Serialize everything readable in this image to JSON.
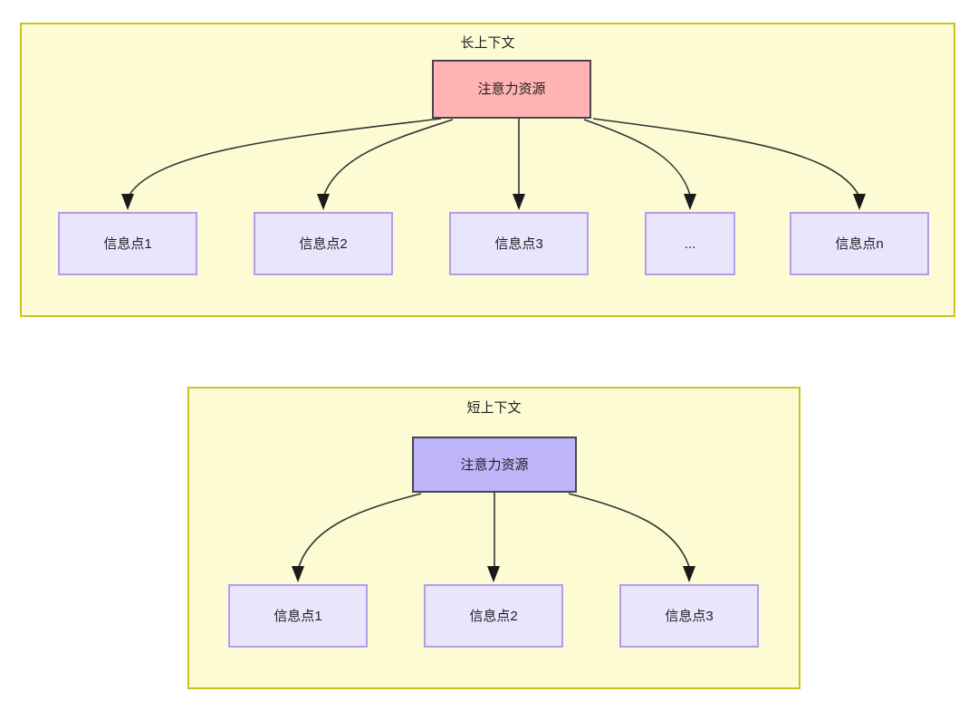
{
  "diagram": {
    "type": "flow-diagram",
    "groups": [
      {
        "id": "long",
        "title": "长上下文",
        "panel_fill": "#fdfbd4",
        "panel_stroke": "#ccc21f",
        "root": {
          "label": "注意力资源",
          "fill": "#ffb3b3",
          "stroke": "#46454b"
        },
        "leaves": [
          {
            "label": "信息点1",
            "fill": "#e8e5fd",
            "stroke": "#b49ceb"
          },
          {
            "label": "信息点2",
            "fill": "#e8e5fd",
            "stroke": "#b49ceb"
          },
          {
            "label": "信息点3",
            "fill": "#e8e5fd",
            "stroke": "#b49ceb"
          },
          {
            "label": "...",
            "fill": "#e8e5fd",
            "stroke": "#b49ceb"
          },
          {
            "label": "信息点n",
            "fill": "#e8e5fd",
            "stroke": "#b49ceb"
          }
        ]
      },
      {
        "id": "short",
        "title": "短上下文",
        "panel_fill": "#fdfbd4",
        "panel_stroke": "#ccc21f",
        "root": {
          "label": "注意力资源",
          "fill": "#bdb5f7",
          "stroke": "#46454b"
        },
        "leaves": [
          {
            "label": "信息点1",
            "fill": "#e8e5fd",
            "stroke": "#b49ceb"
          },
          {
            "label": "信息点2",
            "fill": "#e8e5fd",
            "stroke": "#b49ceb"
          },
          {
            "label": "信息点3",
            "fill": "#e8e5fd",
            "stroke": "#b49ceb"
          }
        ]
      }
    ],
    "edge_color": "#333333"
  }
}
